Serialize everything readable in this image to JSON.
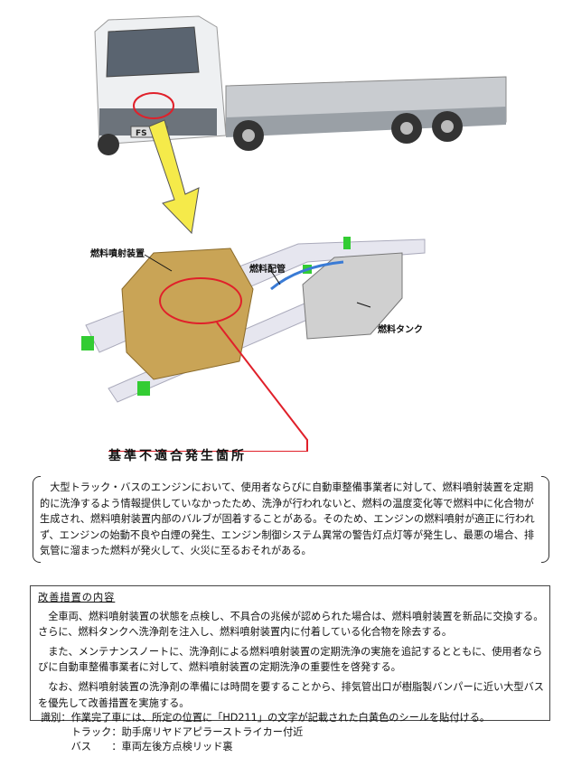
{
  "figure": {
    "truck_badge": "FS",
    "labels": {
      "injector": "燃料噴射装置",
      "pipe": "燃料配管",
      "tank": "燃料タンク"
    },
    "heading": "基準不適合発生箇所",
    "highlight_color": "#e0202a",
    "arrow_color": "#f5ea4a"
  },
  "description": "大型トラック・バスのエンジンにおいて、使用者ならびに自動車整備事業者に対して、燃料噴射装置を定期的に洗浄するよう情報提供していなかったため、洗浄が行われないと、燃料の温度変化等で燃料中に化合物が生成され、燃料噴射装置内部のバルブが固着することがある。そのため、エンジンの燃料噴射が適正に行われず、エンジンの始動不良や白煙の発生、エンジン制御システム異常の警告灯点灯等が発生し、最悪の場合、排気管に溜まった燃料が発火して、火災に至るおそれがある。",
  "remedy": {
    "title": "改善措置の内容",
    "paragraphs": [
      "全車両、燃料噴射装置の状態を点検し、不具合の兆候が認められた場合は、燃料噴射装置を新品に交換する。さらに、燃料タンクへ洗浄剤を注入し、燃料噴射装置内に付着している化合物を除去する。",
      "また、メンテナンスノートに、洗浄剤による燃料噴射装置の定期洗浄の実施を追記するとともに、使用者ならびに自動車整備事業者に対して、燃料噴射装置の定期洗浄の重要性を啓発する。",
      "なお、燃料噴射装置の洗浄剤の準備には時間を要することから、排気管出口が樹脂製バンパーに近い大型バスを優先して改善措置を実施する。"
    ]
  },
  "identification": {
    "line1": "識別：作業完了車には、所定の位置に「HD211」の文字が記載された白黄色のシールを貼付ける。",
    "truck": "　　　トラック：助手席リヤドアピラーストライカー付近",
    "bus": "　　　バス　　：車両左後方点検リッド裏"
  }
}
